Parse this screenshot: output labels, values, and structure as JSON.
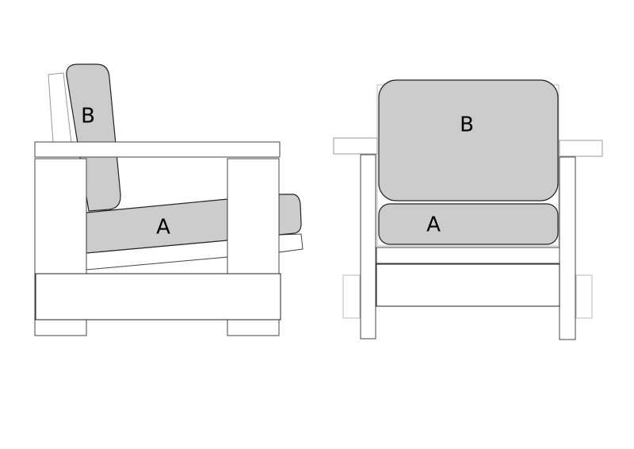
{
  "side_view": {
    "seat_label": "A",
    "back_label": "B"
  },
  "front_view": {
    "seat_label": "A",
    "back_label": "B"
  },
  "colors": {
    "cushion": "#cccccc",
    "frame": "#ffffff",
    "outline": "#222222"
  }
}
